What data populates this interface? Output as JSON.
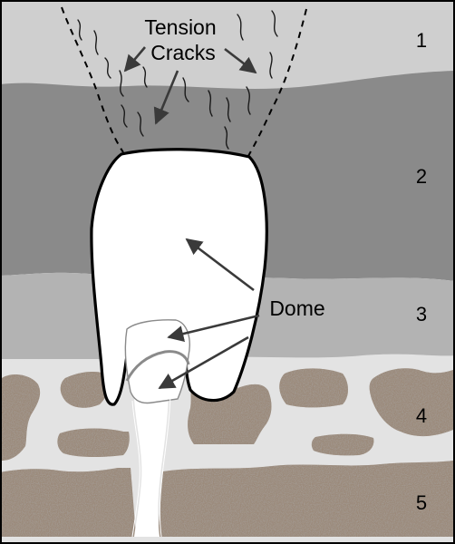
{
  "labels": {
    "tension_line1": "Tension",
    "tension_line2": "Cracks",
    "dome": "Dome"
  },
  "layers": [
    {
      "number": "1",
      "color": "#cfcfcf"
    },
    {
      "number": "2",
      "color": "#8a8a8a"
    },
    {
      "number": "3",
      "color": "#b3b3b3"
    },
    {
      "number": "4",
      "color": "#9b8a7a"
    },
    {
      "number": "5",
      "color": "#9b8a7a"
    }
  ],
  "colors": {
    "layer1": "#cfcfcf",
    "layer2": "#8a8a8a",
    "layer3": "#b3b3b3",
    "pale_band": "#e3e3e3",
    "rock": "#9b8a7a",
    "cavity": "#ffffff",
    "outline": "#000000",
    "arrow": "#3a3a3a"
  }
}
